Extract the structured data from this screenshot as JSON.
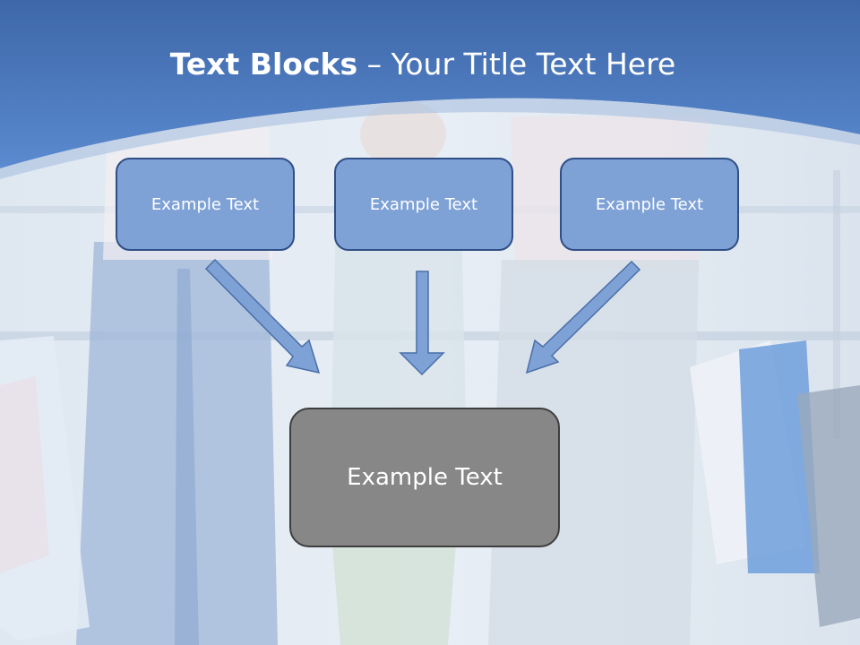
{
  "slide": {
    "title_bold": "Text Blocks",
    "title_dash": " – ",
    "title_rest": "Your Title Text Here",
    "boxes": [
      {
        "label": "Example Text"
      },
      {
        "label": "Example Text"
      },
      {
        "label": "Example Text"
      }
    ],
    "center_box": {
      "label": "Example Text"
    }
  },
  "colors": {
    "header_blue": "#4a79bd",
    "box_fill": "#7ea1d6",
    "box_border": "#2f4f86",
    "center_fill": "#878787",
    "arrow_fill": "#7ea1d6"
  },
  "background": {
    "icon": "shopping-family-photo"
  }
}
